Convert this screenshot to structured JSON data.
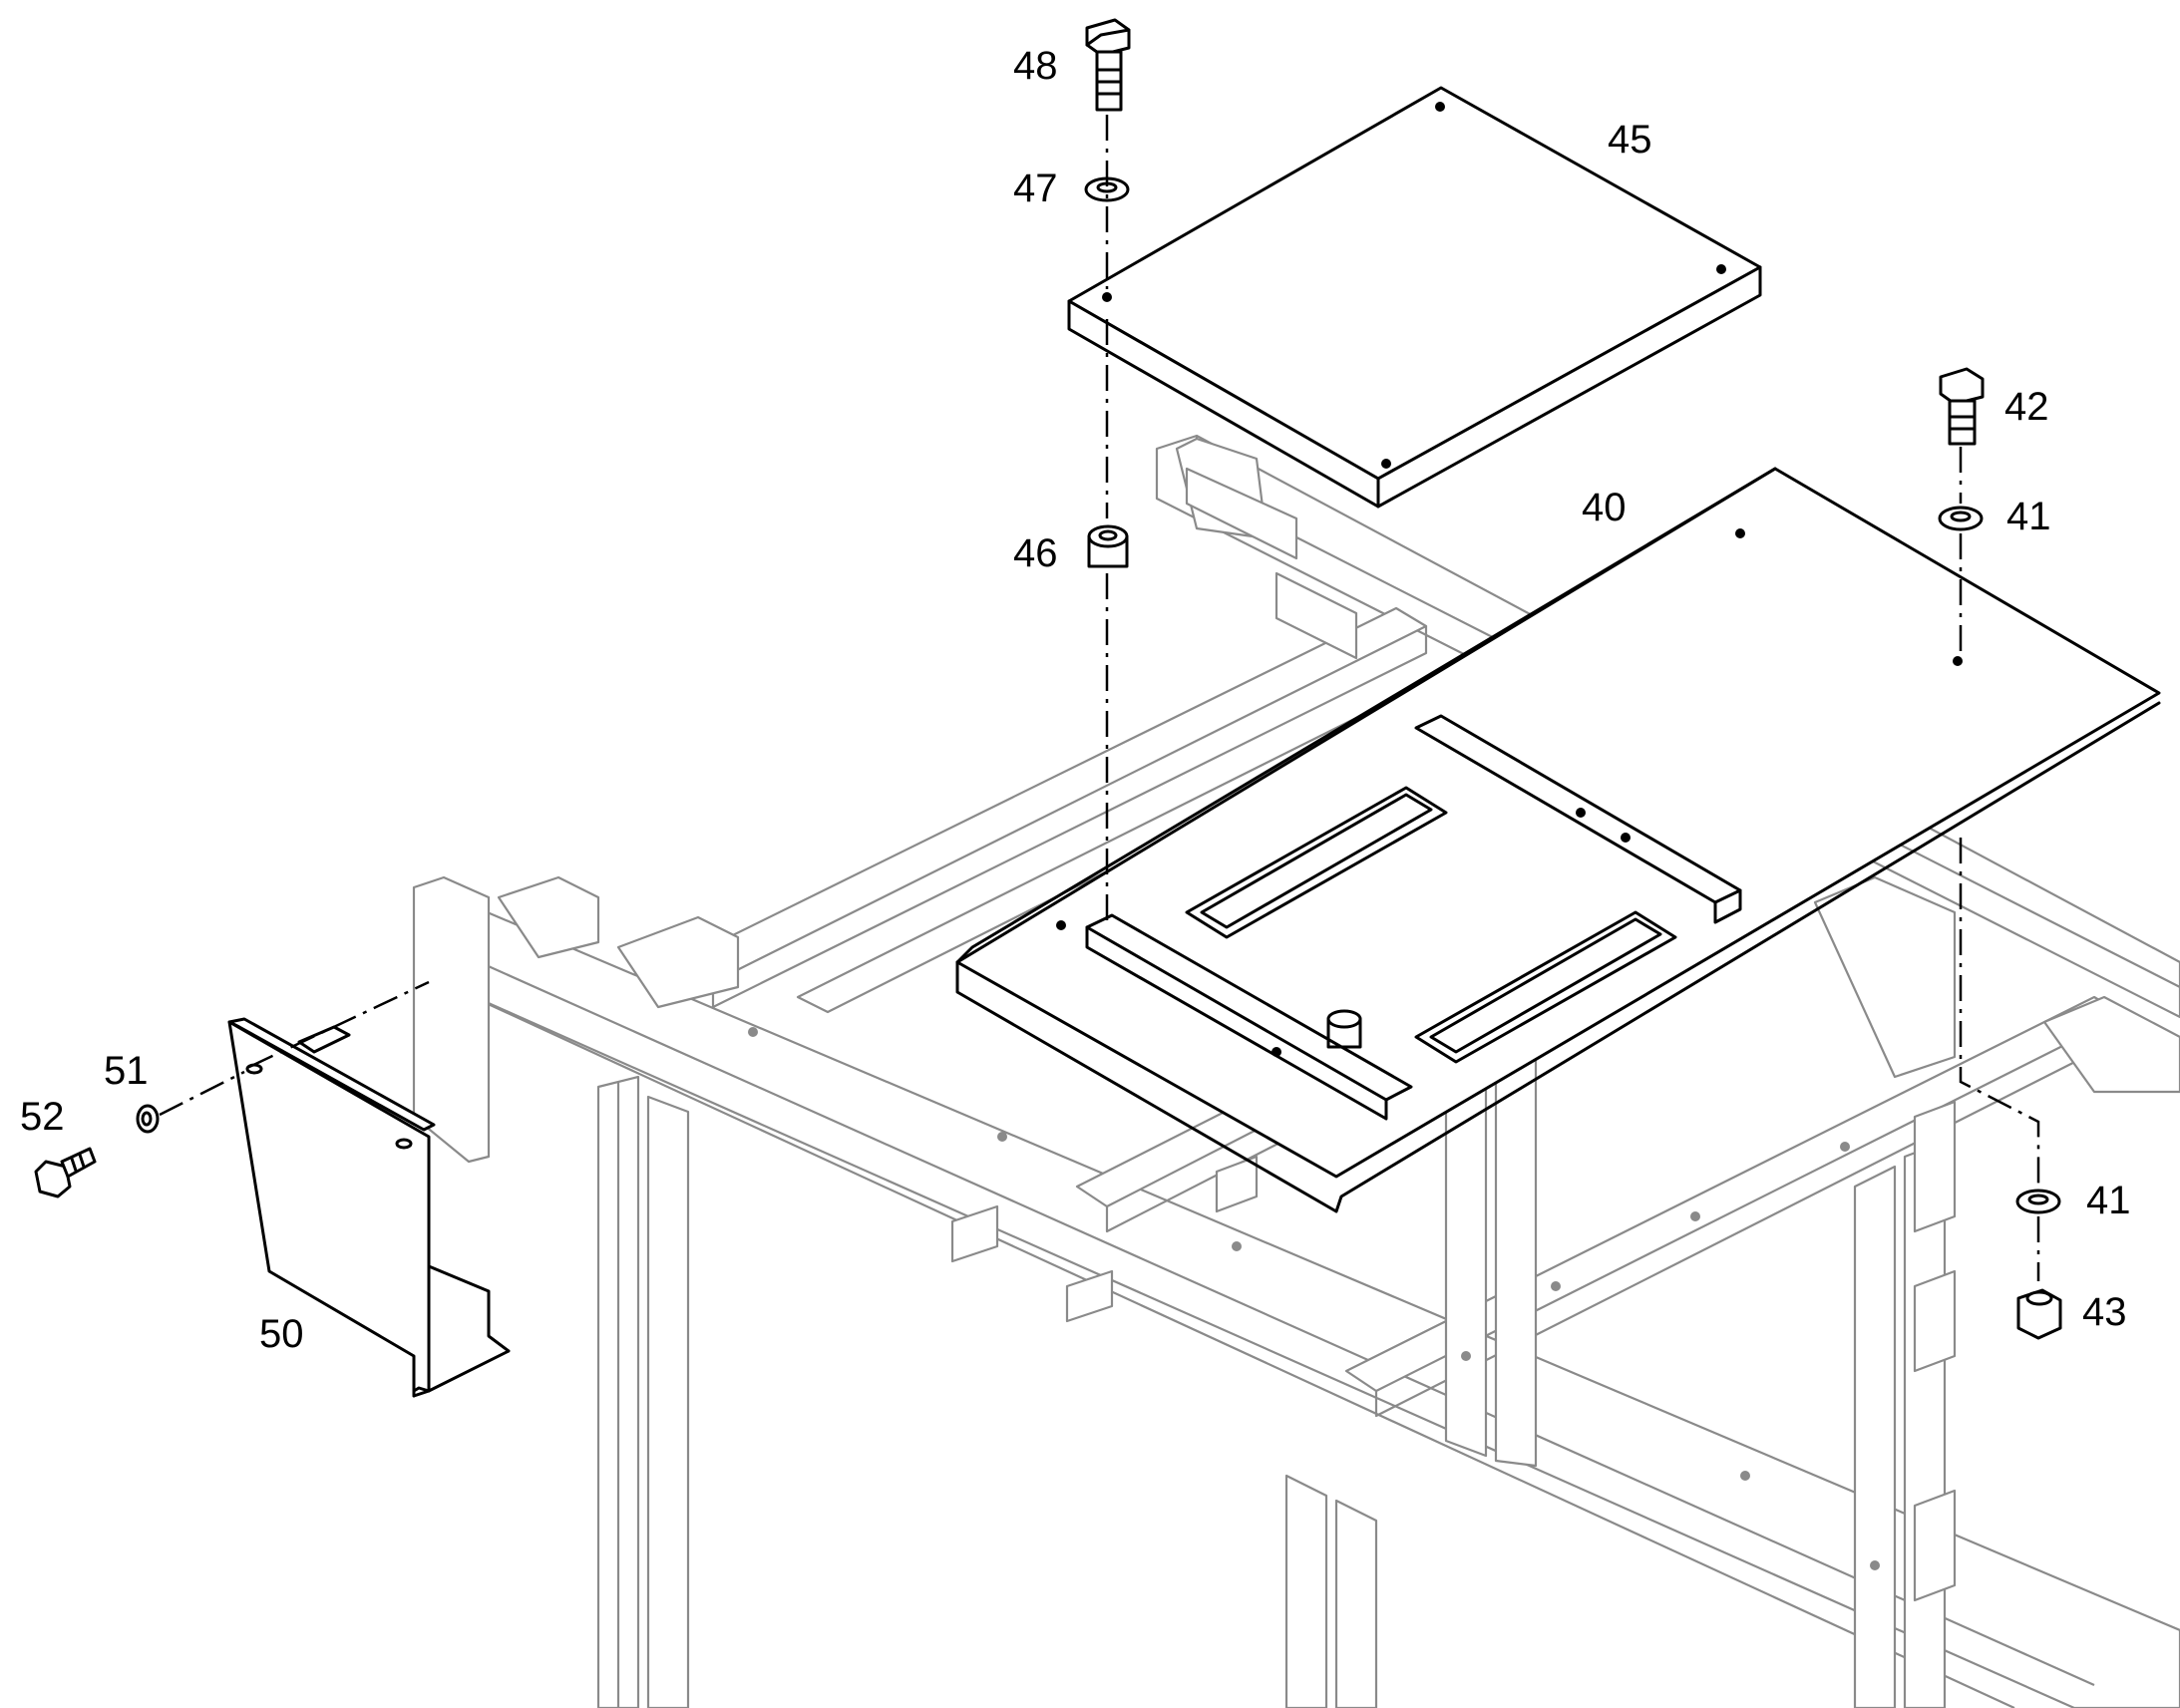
{
  "callouts": {
    "c40": "40",
    "c41a": "41",
    "c41b": "41",
    "c42": "42",
    "c43": "43",
    "c45": "45",
    "c46": "46",
    "c47": "47",
    "c48": "48",
    "c50": "50",
    "c51": "51",
    "c52": "52"
  }
}
